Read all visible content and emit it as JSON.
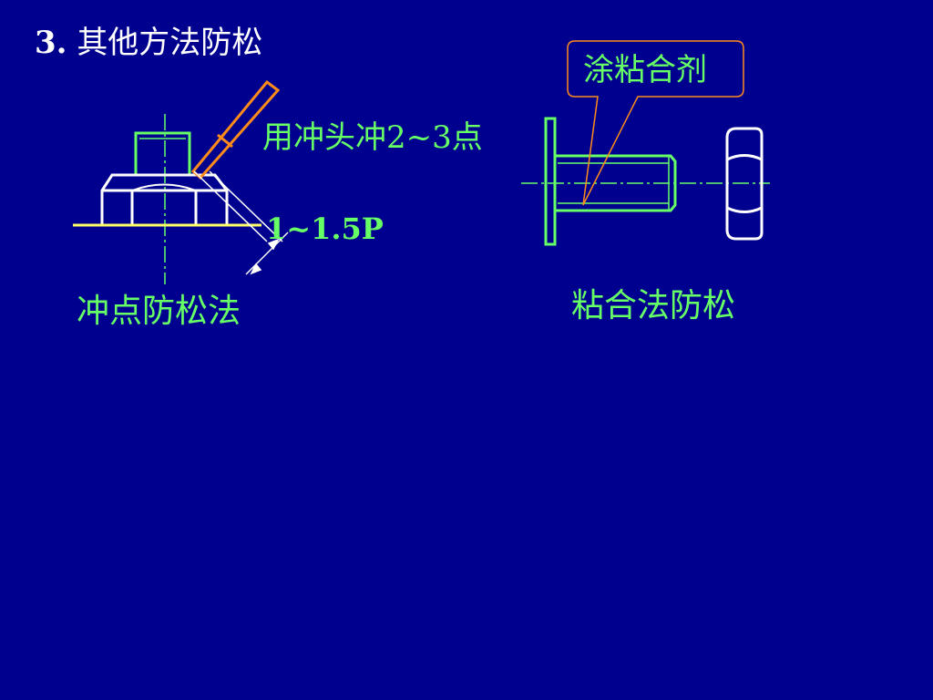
{
  "title": {
    "number": "3.",
    "text": "其他方法防松"
  },
  "punch_diagram": {
    "annotation": "用冲头冲2~3点",
    "dimension": "1~1.5P",
    "caption": "冲点防松法"
  },
  "adhesive_diagram": {
    "callout": "涂粘合剂",
    "caption": "粘合法防松"
  },
  "colors": {
    "background": "#00008f",
    "green": "#66ff66",
    "white": "#ffffff",
    "yellow": "#ffff66",
    "orange": "#ff8c1a"
  }
}
